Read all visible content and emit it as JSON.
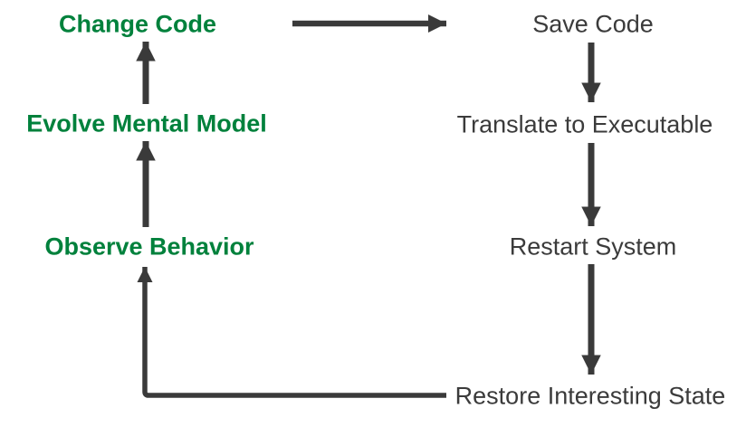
{
  "diagram": {
    "type": "flow-cycle",
    "left_steps": [
      {
        "label": "Change Code"
      },
      {
        "label": "Evolve Mental Model"
      },
      {
        "label": "Observe Behavior"
      }
    ],
    "right_steps": [
      {
        "label": "Save Code"
      },
      {
        "label": "Translate to Executable"
      },
      {
        "label": "Restart System"
      },
      {
        "label": "Restore Interesting State"
      }
    ],
    "edges": [
      {
        "from": "Change Code",
        "to": "Save Code"
      },
      {
        "from": "Save Code",
        "to": "Translate to Executable"
      },
      {
        "from": "Translate to Executable",
        "to": "Restart System"
      },
      {
        "from": "Restart System",
        "to": "Restore Interesting State"
      },
      {
        "from": "Restore Interesting State",
        "to": "Observe Behavior"
      },
      {
        "from": "Observe Behavior",
        "to": "Evolve Mental Model"
      },
      {
        "from": "Evolve Mental Model",
        "to": "Change Code"
      }
    ],
    "colors": {
      "left_text": "#00813C",
      "right_text": "#3B3B3B",
      "arrow": "#3A3A3A",
      "background": "#FFFFFF"
    }
  }
}
